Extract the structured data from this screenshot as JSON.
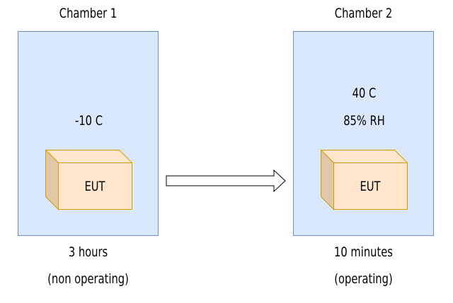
{
  "chambers": [
    {
      "title": "Chamber 1",
      "conditions": [
        "-10 C"
      ],
      "device_label": "EUT",
      "duration": "3 hours",
      "mode": "(non operating)"
    },
    {
      "title": "Chamber 2",
      "conditions": [
        "40 C",
        "85% RH"
      ],
      "device_label": "EUT",
      "duration": "10 minutes",
      "mode": "(operating)"
    }
  ],
  "colors": {
    "chamber_fill": "#dae8fc",
    "chamber_stroke": "#6c8ebf",
    "box_fill": "#ffe6cc",
    "box_side": "#e0c8a6",
    "box_stroke": "#d79b00",
    "arrow_stroke": "#000000"
  }
}
